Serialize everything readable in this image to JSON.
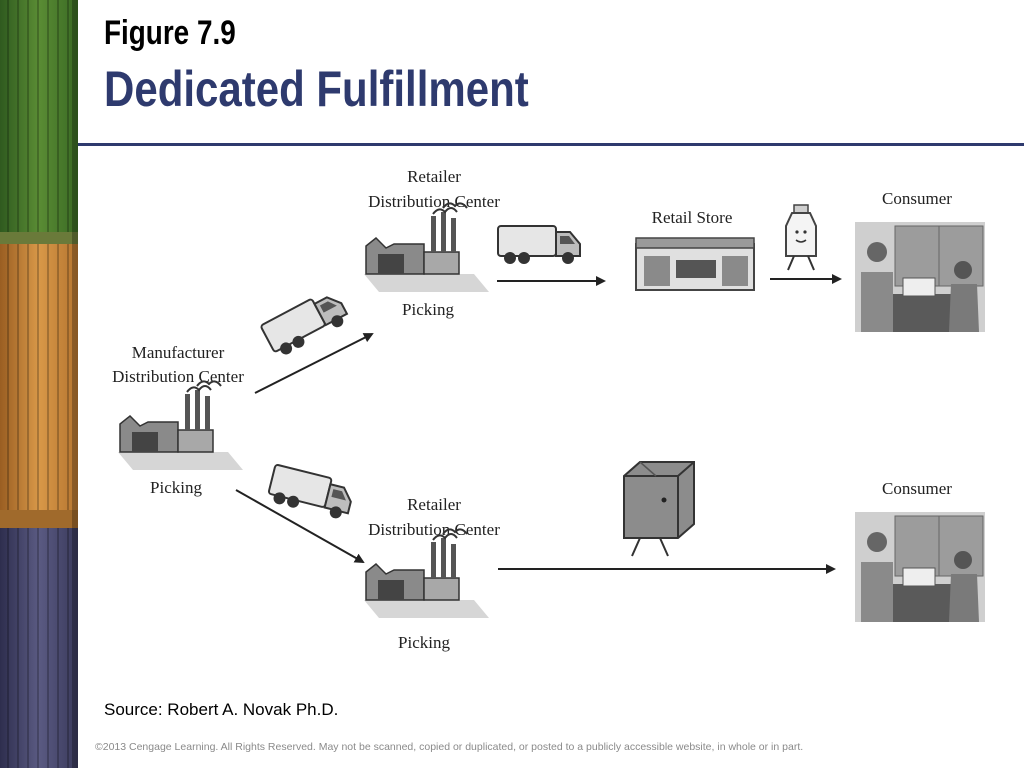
{
  "header": {
    "figure_number": "Figure 7.9",
    "title": "Dedicated Fulfillment"
  },
  "diagram": {
    "manufacturer_label": [
      "Manufacturer",
      "Distribution Center"
    ],
    "manufacturer_picking": "Picking",
    "retailer_top_label": [
      "Retailer",
      "Distribution Center"
    ],
    "retailer_top_picking": "Picking",
    "retail_store_label": "Retail Store",
    "consumer_top_label": "Consumer",
    "retailer_bottom_label": [
      "Retailer",
      "Distribution Center"
    ],
    "retailer_bottom_picking": "Picking",
    "consumer_bottom_label": "Consumer",
    "icons": [
      "factory-icon",
      "truck-icon",
      "store-icon",
      "milk-bottle-icon",
      "package-icon",
      "consumer-checkout-icon"
    ]
  },
  "source": "Source:  Robert A. Novak Ph.D.",
  "copyright": "©2013 Cengage Learning. All Rights Reserved. May not be scanned, copied or duplicated, or posted to a publicly accessible website, in whole or in part.",
  "colors": {
    "title_blue": "#2e3a6e",
    "sidebar_green": "#4a7a2e",
    "sidebar_orange": "#c98a3c",
    "sidebar_purple": "#4a4a72"
  }
}
